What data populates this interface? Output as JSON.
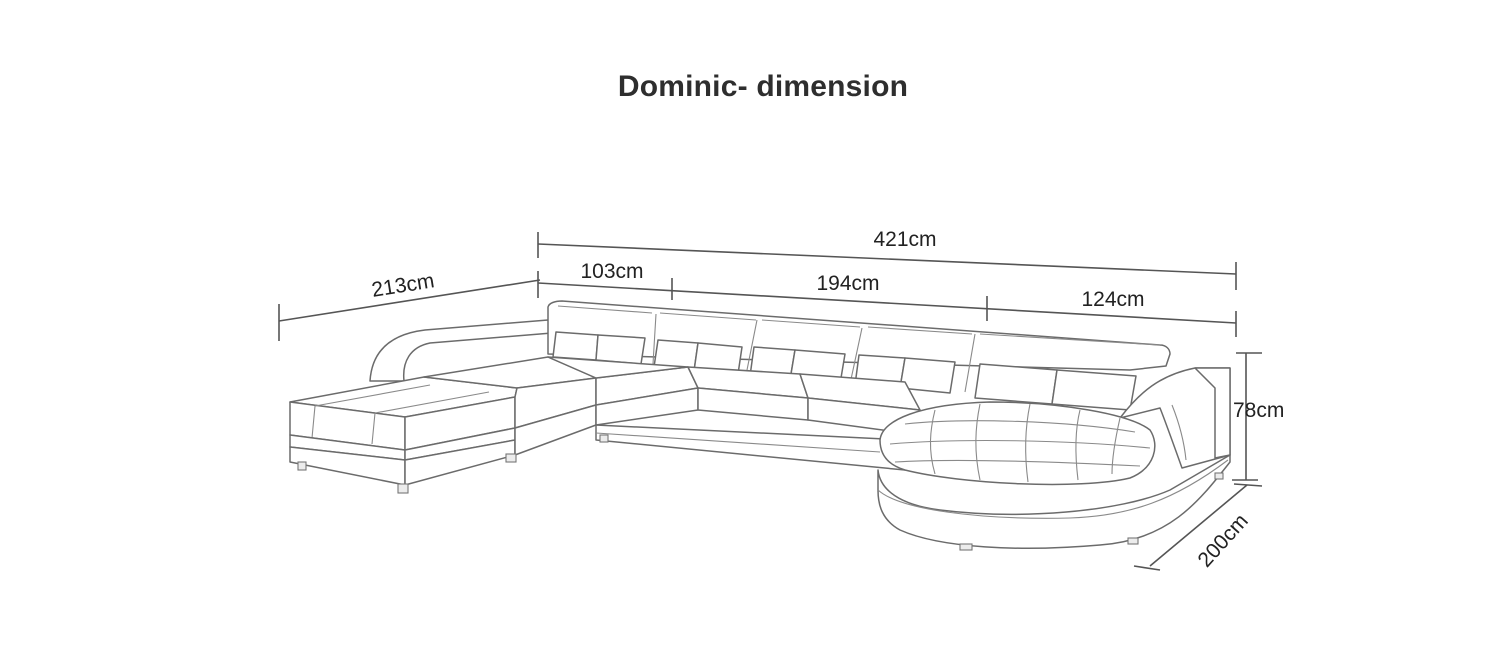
{
  "title": "Dominic- dimension",
  "dimensions": {
    "total_width": "421cm",
    "left_depth": "213cm",
    "left_section": "103cm",
    "middle_section": "194cm",
    "right_section": "124cm",
    "height": "78cm",
    "chaise_depth": "200cm"
  }
}
